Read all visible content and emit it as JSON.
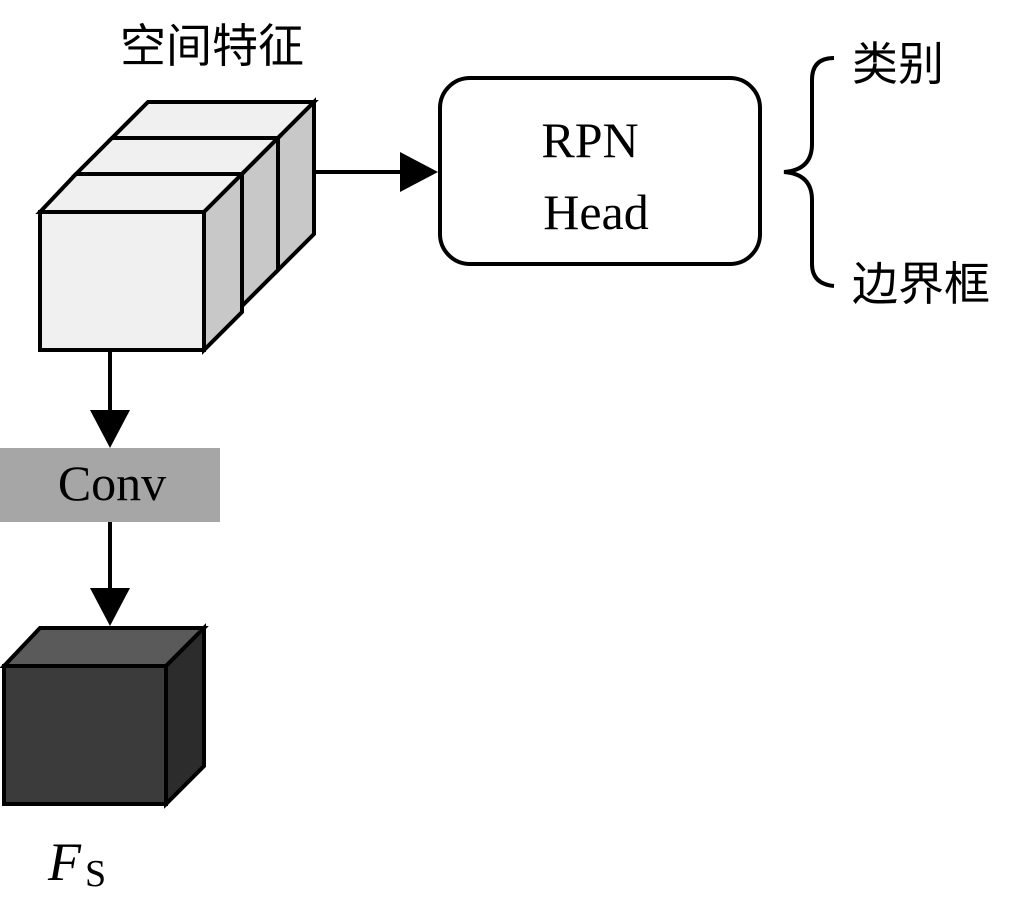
{
  "title": "空间特征",
  "rpn": {
    "line1": "RPN",
    "line2": "Head"
  },
  "outputs": {
    "top": "类别",
    "bottom": "边界框"
  },
  "conv_label": "Conv",
  "output_symbol": {
    "main": "F",
    "subscript": "S"
  },
  "colors": {
    "stroke": "#000000",
    "cube_face_light": "#f0f0f0",
    "cube_side_gray": "#c8c8c8",
    "conv_fill": "#a6a6a6",
    "dark_cube_front": "#3b3b3b",
    "dark_cube_top": "#5a5a5a",
    "dark_cube_side": "#2c2c2c"
  }
}
